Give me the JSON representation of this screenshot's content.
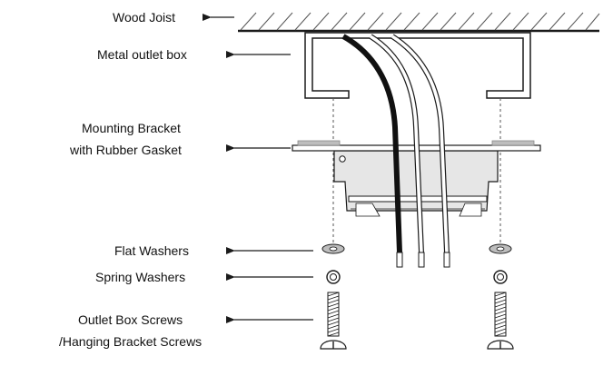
{
  "labels": {
    "wood_joist": "Wood Joist",
    "metal_outlet_box": "Metal outlet box",
    "mounting_bracket_line1": "Mounting Bracket",
    "mounting_bracket_line2": "with Rubber Gasket",
    "flat_washers": "Flat Washers",
    "spring_washers": "Spring Washers",
    "screws_line1": "Outlet Box Screws",
    "screws_line2": "/Hanging Bracket Screws"
  },
  "colors": {
    "line": "#1a1a1a",
    "bracket_fill": "#e6e6e6",
    "gasket": "#bdbdbd",
    "wire_black": "#111111"
  }
}
